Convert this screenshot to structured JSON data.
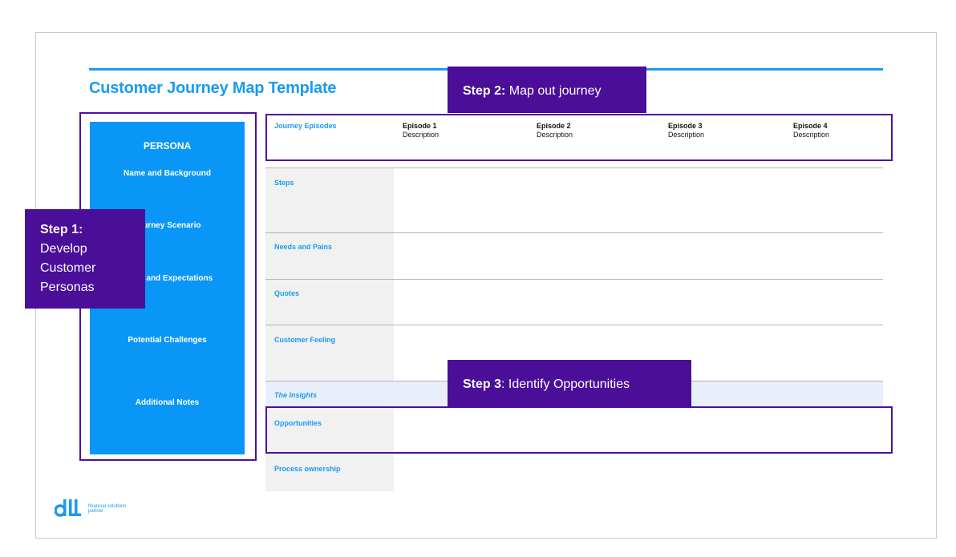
{
  "title": "Customer Journey Map Template",
  "persona": {
    "heading": "PERSONA",
    "items": [
      "Name and Background",
      "Journey Scenario",
      "Goals and Expectations",
      "Potential Challenges",
      "Additional Notes"
    ]
  },
  "journey": {
    "label": "Journey Episodes",
    "episodes": [
      {
        "title": "Episode 1",
        "desc": "Description"
      },
      {
        "title": "Episode 2",
        "desc": "Description"
      },
      {
        "title": "Episode 3",
        "desc": "Description"
      },
      {
        "title": "Episode 4",
        "desc": "Description"
      }
    ]
  },
  "rows": {
    "steps": "Steps",
    "needs": "Needs and Pains",
    "quotes": "Quotes",
    "feeling": "Customer Feeling",
    "insights": "The Insights",
    "opportunities": "Opportunities",
    "ownership": "Process ownership"
  },
  "callouts": {
    "step1_bold": "Step 1:",
    "step1_lines": [
      "Develop",
      "Customer",
      "Personas"
    ],
    "step2_bold": "Step 2:",
    "step2_text": "Map out journey",
    "step3_bold": "Step 3",
    "step3_text": ":  Identify Opportunities"
  },
  "logo": {
    "mark": "dll",
    "line1": "financial solutions",
    "line2": "partner"
  },
  "colors": {
    "accent_blue": "#1a9bf0",
    "persona_blue": "#0a96f7",
    "purple": "#4a0e99"
  }
}
